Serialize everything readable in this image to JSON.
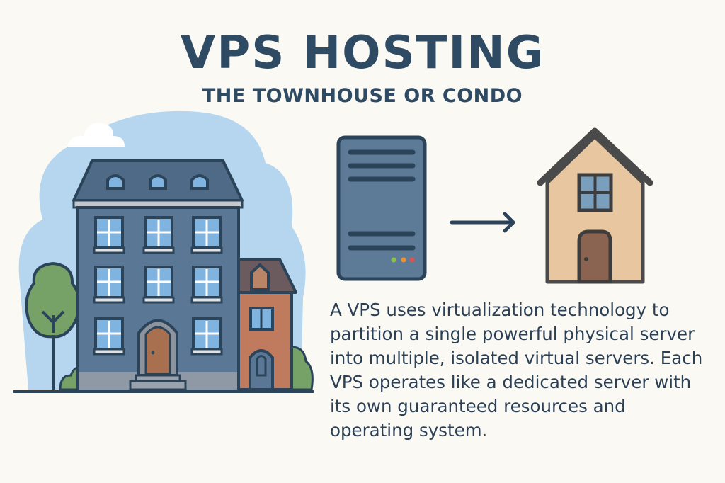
{
  "header": {
    "title": "VPS HOSTING",
    "subtitle": "THE TOWNHOUSE OR CONDO"
  },
  "illustrations": {
    "left": "townhouse-building-icon",
    "server": "server-icon",
    "arrow": "arrow-right-icon",
    "house": "house-icon"
  },
  "description": "A VPS uses virtualization technology to partition a single powerful physical server into multiple, isolated virtual servers. Each VPS operates like a dedicated server with its own guaranteed resources and operating system.",
  "colors": {
    "text": "#2f4a63",
    "background": "#faf9f4",
    "sky": "#b5d6ee",
    "building": "#5a7896",
    "server": "#5d7a96",
    "house": "#e8c7a0"
  }
}
